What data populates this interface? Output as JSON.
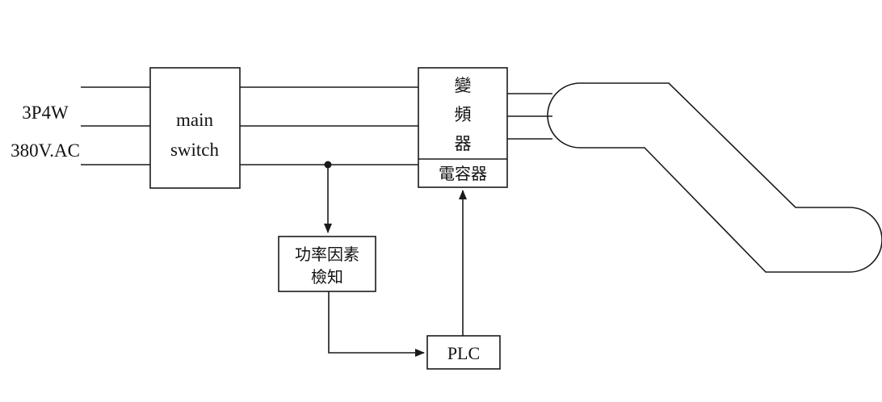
{
  "supply": {
    "line1": "3P4W",
    "line2": "380V.AC"
  },
  "main_switch": {
    "line1": "main",
    "line2": "switch"
  },
  "inverter": {
    "chars": [
      "變",
      "頻",
      "器"
    ],
    "capacitor": "電容器"
  },
  "pf_detector": {
    "line1": "功率因素",
    "line2": "檢知"
  },
  "plc": {
    "label": "PLC"
  },
  "colors": {
    "ink": "#1a1a1a",
    "background": "#ffffff"
  }
}
